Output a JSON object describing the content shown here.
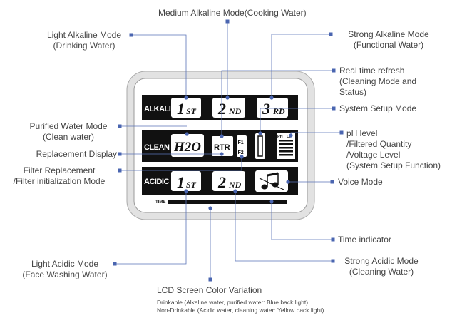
{
  "callouts": {
    "medium_alkaline": "Medium Alkaline Mode(Cooking Water)",
    "light_alkaline": "Light Alkaline Mode\n(Drinking Water)",
    "strong_alkaline": "Strong Alkaline Mode\n(Functional Water)",
    "real_time_refresh": "Real time refresh\n(Cleaning Mode and\nStatus)",
    "system_setup": "System Setup Mode",
    "purified_water": "Purified Water Mode\n(Clean water)",
    "ph_level": "pH level\n/Filtered Quantity\n/Voltage Level\n(System Setup Function)",
    "replacement_display": "Replacement Display",
    "filter_replacement": "Filter Replacement\n/Filter initialization Mode",
    "voice_mode": "Voice Mode",
    "time_indicator": "Time indicator",
    "light_acidic": "Light Acidic Mode\n(Face Washing Water)",
    "strong_acidic": "Strong Acidic Mode\n(Cleaning Water)"
  },
  "lcd": {
    "row_alkali": "ALKALI",
    "row_clean": "CLEAN",
    "row_acidic": "ACIDIC",
    "alk_1": "1",
    "alk_1_suffix": "ST",
    "alk_2": "2",
    "alk_2_suffix": "ND",
    "alk_3": "3",
    "alk_3_suffix": "RD",
    "h2o": "H2O",
    "rtr": "RTR",
    "f1": "F1",
    "f2": "F2",
    "ph": "PH",
    "lv": "LV",
    "acid_1": "1",
    "acid_1_suffix": "ST",
    "acid_2": "2",
    "acid_2_suffix": "ND",
    "time": "TIME"
  },
  "footer": {
    "title": "LCD Screen Color Variation",
    "drinkable": "Drinkable (Alkaline water, purified water: Blue back light)",
    "non_drinkable": "Non-Drinkable (Acidic water, cleaning water: Yellow back light)"
  },
  "colors": {
    "line": "#5a73b8",
    "dot": "#4a65b0",
    "lcd_black": "#111111",
    "bezel": "#dcdcdc"
  }
}
